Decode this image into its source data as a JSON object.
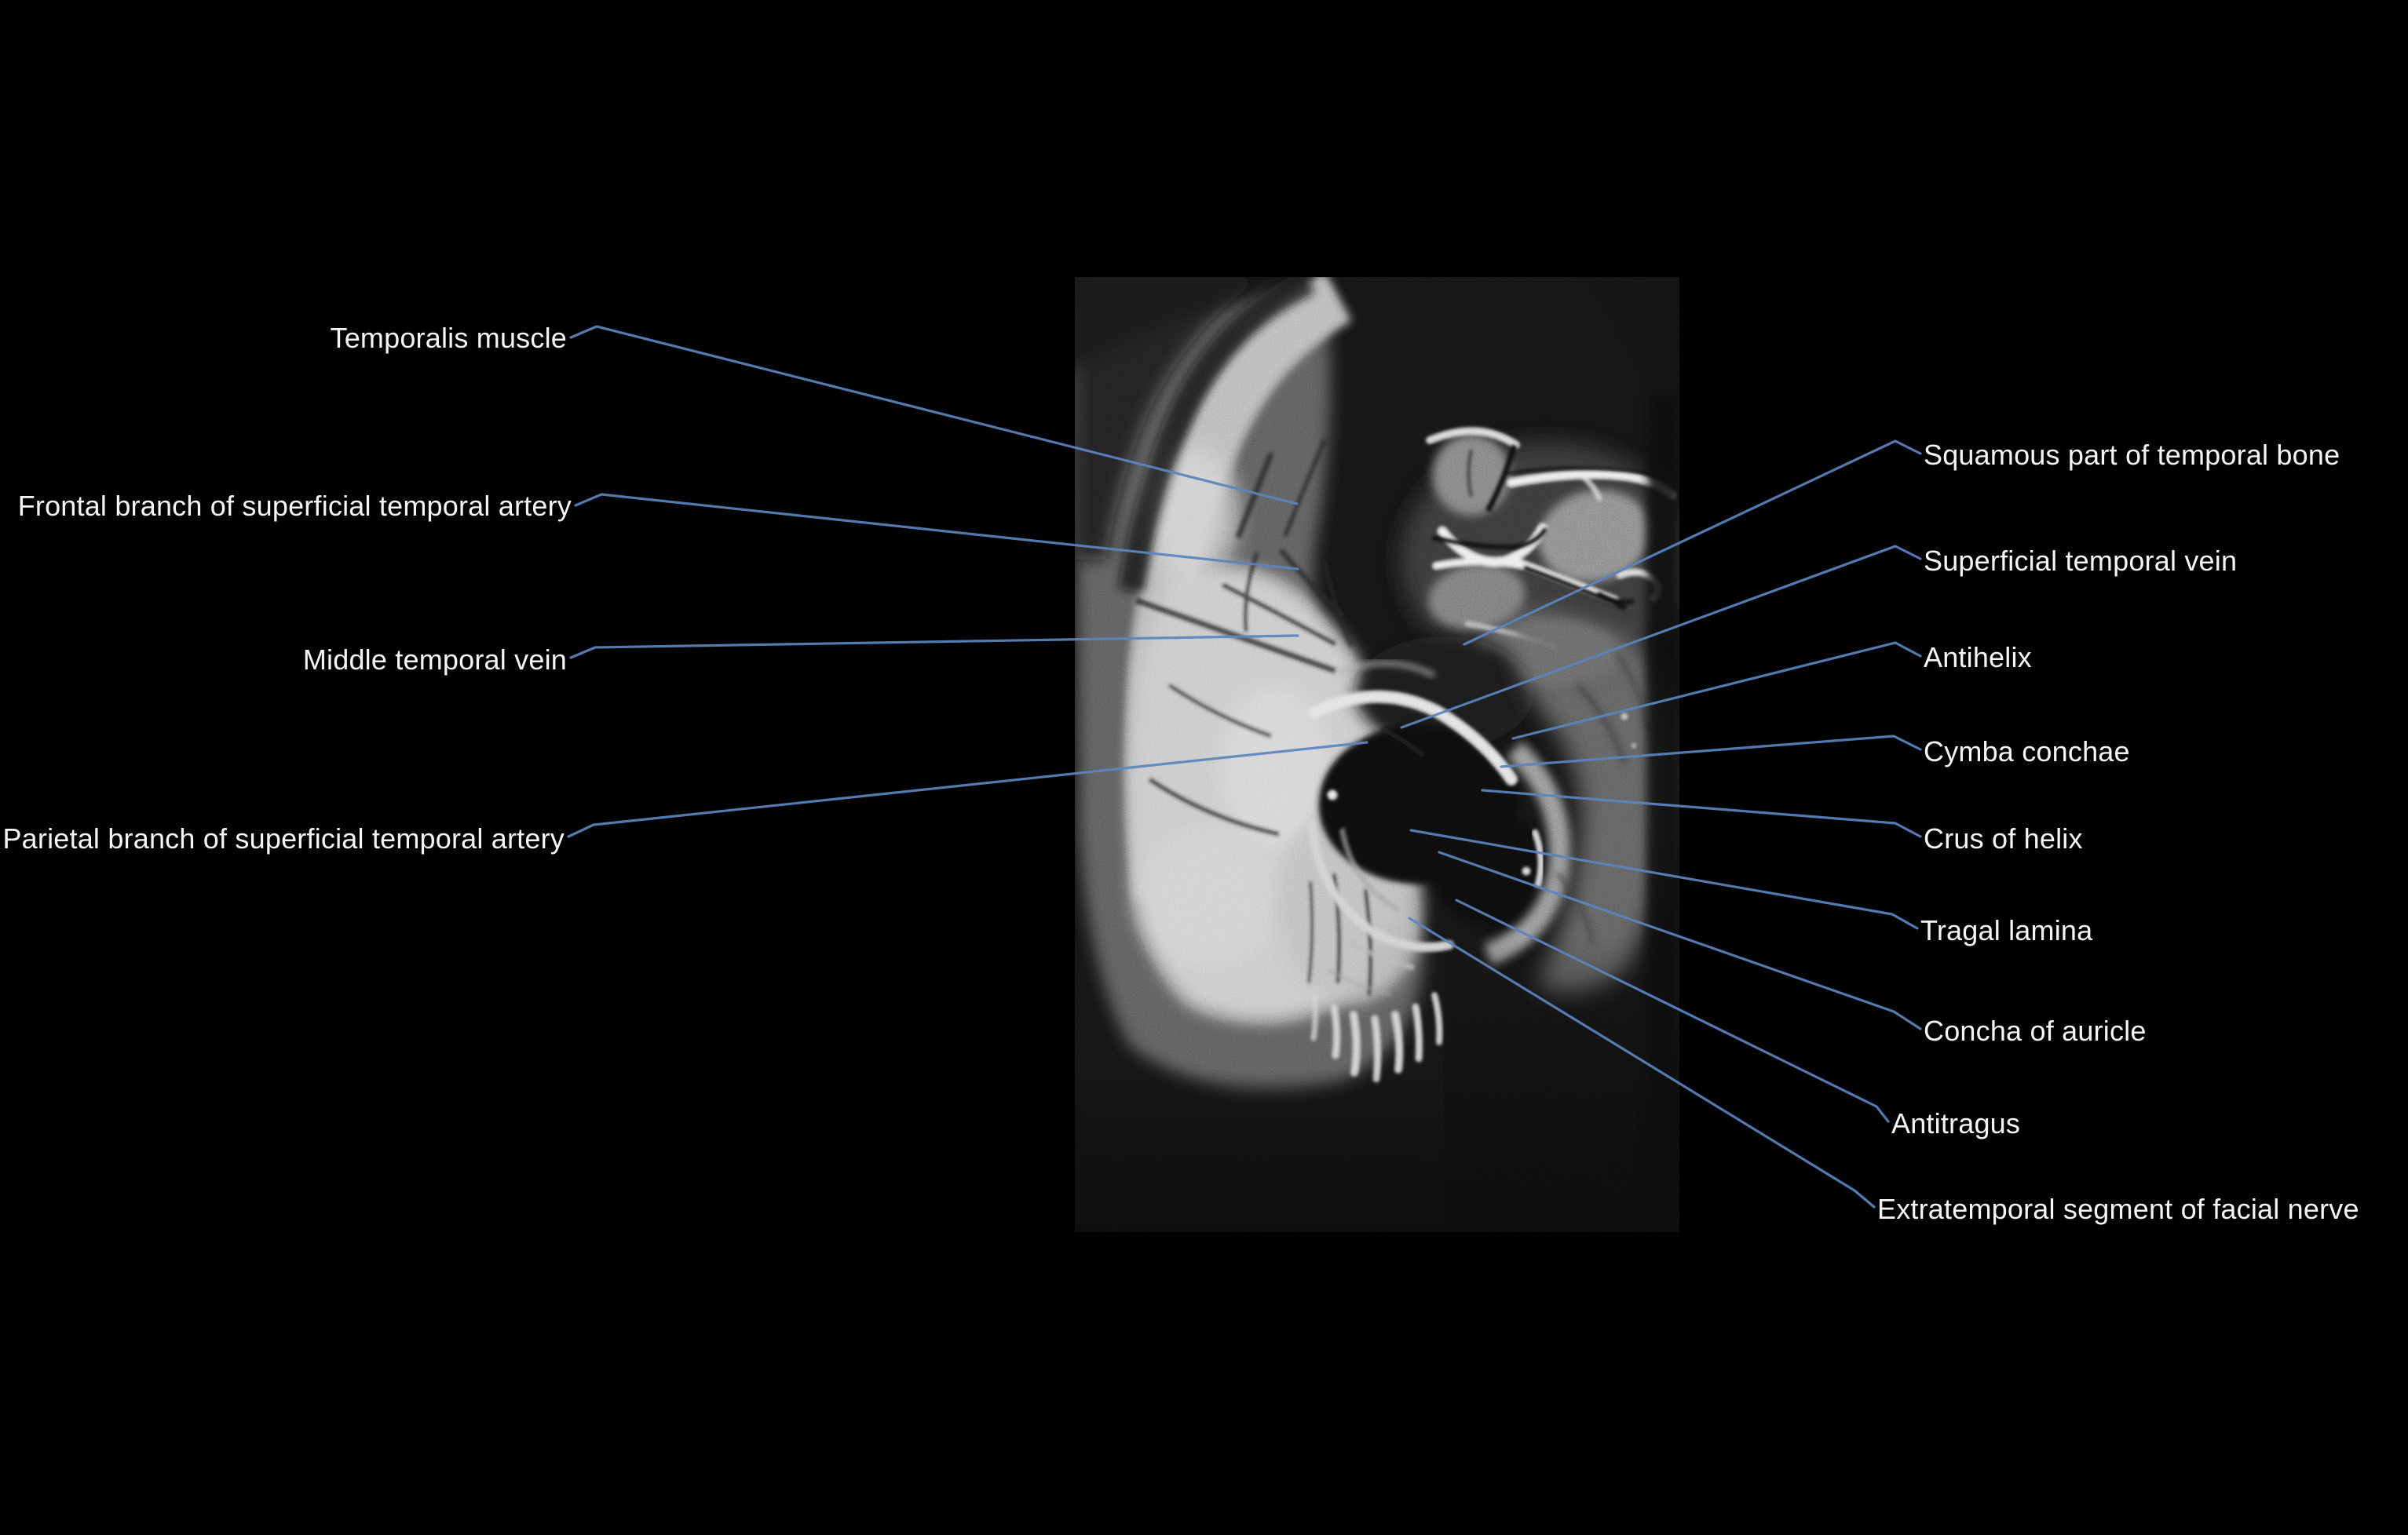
{
  "figure": {
    "background_color": "#000000",
    "leader_line_color": "#5b85bd",
    "label_color": "#f5f5f5"
  },
  "labels": {
    "left": [
      {
        "id": "temporalis-muscle",
        "text": "Temporalis muscle"
      },
      {
        "id": "frontal-branch-superficial-temporal-artery",
        "text": "Frontal branch of superficial temporal artery"
      },
      {
        "id": "middle-temporal-vein",
        "text": "Middle temporal vein"
      },
      {
        "id": "parietal-branch-superficial-temporal-artery",
        "text": "Parietal branch of superficial temporal artery"
      }
    ],
    "right": [
      {
        "id": "squamous-part-of-temporal-bone",
        "text": "Squamous part of temporal bone"
      },
      {
        "id": "superficial-temporal-vein",
        "text": "Superficial temporal vein"
      },
      {
        "id": "antihelix",
        "text": "Antihelix"
      },
      {
        "id": "cymba-conchae",
        "text": "Cymba conchae"
      },
      {
        "id": "crus-of-helix",
        "text": "Crus of helix"
      },
      {
        "id": "tragal-lamina",
        "text": "Tragal lamina"
      },
      {
        "id": "concha-of-auricle",
        "text": "Concha of auricle"
      },
      {
        "id": "antitragus",
        "text": "Antitragus"
      },
      {
        "id": "extratemporal-segment-of-facial-nerve",
        "text": "Extratemporal segment of facial nerve"
      }
    ]
  }
}
